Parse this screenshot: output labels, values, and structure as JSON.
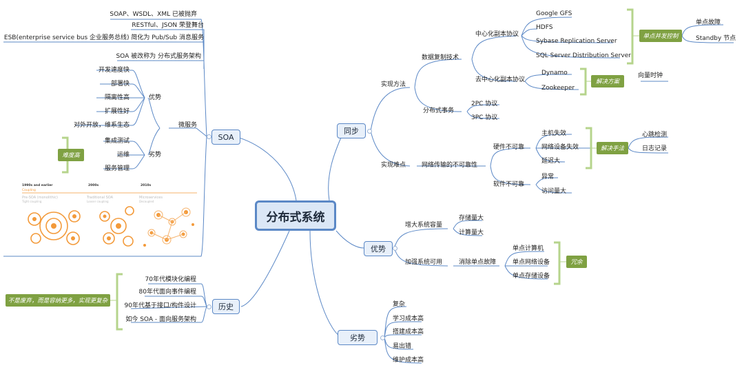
{
  "center": {
    "label": "分布式系统"
  },
  "topics": {
    "soa": "SOA",
    "history": "历史",
    "sync": "同步",
    "pros": "优势",
    "cons": "劣势"
  },
  "soa": {
    "top_items": [
      "SOAP、WSDL、XML 已被抛弃",
      "RESTful、JSON 荣登舞台",
      "ESB(enterprise service bus 企业服务总线) 简化为 Pub/Sub 消息服务",
      "SOA 被改称为 分布式服务架构"
    ],
    "microservices": "微服务",
    "advantages": "优势",
    "advantage_items": [
      "开发速度快",
      "部署快",
      "隔离性高",
      "扩展性好",
      "对外开放，维系生态"
    ],
    "disadvantages": "劣势",
    "disadvantage_items": [
      "集成测试",
      "运维",
      "服务管理"
    ],
    "difficulty_note": "难度高",
    "image": {
      "col1_header": "1990s and earlier",
      "col2_header": "2000s",
      "col3_header": "2010s",
      "coupling": "Coupling",
      "col1_title": "Pre-SOA (monolithic)",
      "col1_sub": "Tight coupling",
      "col2_title": "Traditional SOA",
      "col2_sub": "Looser coupling",
      "col3_title": "Microservices",
      "col3_sub": "Decoupled"
    }
  },
  "history": {
    "items": [
      "70年代模块化编程",
      "80年代面向事件编程",
      "90年代基于接口/构件设计",
      "如今 SOA - 面向服务架构"
    ],
    "note": "不是废弃，而是容纳更多，实现更复杂"
  },
  "sync": {
    "impl_method": "实现方法",
    "data_replication": "数据复制技术",
    "centralized": "中心化副本协议",
    "centralized_items": [
      "Google GFS",
      "HDFS",
      "Sybase Replication Server",
      "SQL Server Distribution Server"
    ],
    "single_point_note": "单点并发控制",
    "single_point_items": [
      "单点故障",
      "Standby 节点"
    ],
    "decentralized": "去中心化副本协议",
    "decentralized_items": [
      "Dynamo",
      "Zookeeper"
    ],
    "solution_note": "解决方案",
    "vector_clock": "向量时钟",
    "dist_tx": "分布式事务",
    "dist_tx_items": [
      "2PC 协议",
      "3PC 协议"
    ],
    "impl_difficulty": "实现难点",
    "unreliable_net": "网络传输的不可靠性",
    "hw_unreliable": "硬件不可靠",
    "hw_items": [
      "主机失效",
      "网络设备失效",
      "延迟大"
    ],
    "solution_note2": "解决手法",
    "hw_solutions": [
      "心跳检测",
      "日志记录"
    ],
    "sw_unreliable": "软件不可靠",
    "sw_items": [
      "异常",
      "访问量大"
    ]
  },
  "pros": {
    "capacity": "增大系统容量",
    "capacity_items": [
      "存储量大",
      "计算量大"
    ],
    "availability": "加强系统可用",
    "eliminate": "消除单点故障",
    "eliminate_items": [
      "单点计算机",
      "单点网络设备",
      "单点存储设备"
    ],
    "redundancy_note": "冗余"
  },
  "cons": {
    "items": [
      "复杂",
      "学习成本高",
      "搭建成本高",
      "易出错",
      "维护成本高"
    ]
  },
  "colors": {
    "branch": "#5b88c6",
    "note": "#7fa142",
    "bracket": "#b6d48c",
    "orange": "#f39a3a"
  }
}
